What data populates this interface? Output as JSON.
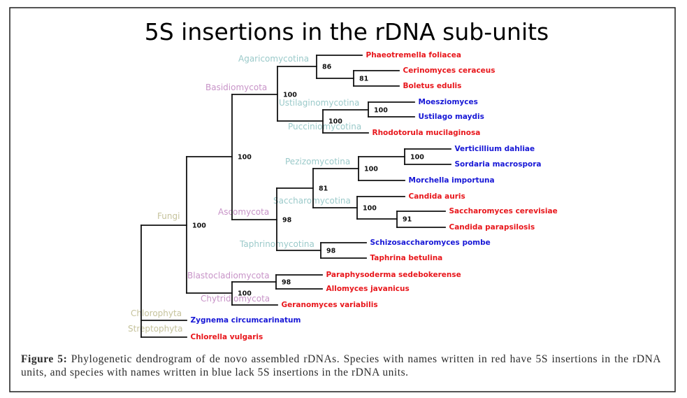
{
  "figure": {
    "title": "5S insertions in the rDNA sub-units",
    "caption_label": "Figure 5:",
    "caption_text": "Phylogenetic dendrogram of de novo assembled rDNAs. Species with names written in red have 5S insertions in the rDNA units, and species with names written in blue lack 5S insertions in the rDNA units."
  },
  "colors": {
    "with_5S_insertion": "#e8161b",
    "without_5S_insertion": "#1717d6",
    "rank_kingdom": "#c6c39c",
    "rank_phylum": "#c894c8",
    "rank_subphylum": "#9bcaca"
  },
  "tree": {
    "id": "root",
    "children": [
      {
        "id": "fungi",
        "bootstrap": "100",
        "children": [
          {
            "id": "dikarya",
            "bootstrap": "100",
            "children": [
              {
                "id": "basidiomycota",
                "bootstrap": "100",
                "children": [
                  {
                    "id": "agaricomycotina",
                    "bootstrap": "86",
                    "children": [
                      {
                        "id": "phaeotremella",
                        "name": "Phaeotremella foliacea",
                        "has_5S_insertion": true
                      },
                      {
                        "id": "agarico_81",
                        "bootstrap": "81",
                        "children": [
                          {
                            "id": "cerinomyces",
                            "name": "Cerinomyces ceraceus",
                            "has_5S_insertion": true
                          },
                          {
                            "id": "boletus",
                            "name": "Boletus edulis",
                            "has_5S_insertion": true
                          }
                        ]
                      }
                    ]
                  },
                  {
                    "id": "ustil_pucc",
                    "bootstrap": "100",
                    "children": [
                      {
                        "id": "ustilaginomycotina",
                        "bootstrap": "100",
                        "children": [
                          {
                            "id": "moesziomyces",
                            "name": "Moesziomyces",
                            "has_5S_insertion": false
                          },
                          {
                            "id": "ustilago",
                            "name": "Ustilago maydis",
                            "has_5S_insertion": false
                          }
                        ]
                      },
                      {
                        "id": "rhodotorula",
                        "name": "Rhodotorula mucilaginosa",
                        "has_5S_insertion": true
                      }
                    ]
                  }
                ]
              },
              {
                "id": "ascomycota",
                "bootstrap": "98",
                "children": [
                  {
                    "id": "pez_sac",
                    "bootstrap": "81",
                    "children": [
                      {
                        "id": "pezizomycotina",
                        "bootstrap": "100",
                        "children": [
                          {
                            "id": "sordariomycetes",
                            "bootstrap": "100",
                            "children": [
                              {
                                "id": "verticillium",
                                "name": "Verticillium dahliae",
                                "has_5S_insertion": false
                              },
                              {
                                "id": "sordaria",
                                "name": "Sordaria macrospora",
                                "has_5S_insertion": false
                              }
                            ]
                          },
                          {
                            "id": "morchella",
                            "name": "Morchella importuna",
                            "has_5S_insertion": false
                          }
                        ]
                      },
                      {
                        "id": "saccharomycotina",
                        "bootstrap": "100",
                        "children": [
                          {
                            "id": "candida_auris",
                            "name": "Candida auris",
                            "has_5S_insertion": true
                          },
                          {
                            "id": "sacch_91",
                            "bootstrap": "91",
                            "children": [
                              {
                                "id": "saccharomyces",
                                "name": "Saccharomyces cerevisiae",
                                "has_5S_insertion": true
                              },
                              {
                                "id": "candida_parapsilosis",
                                "name": "Candida parapsilosis",
                                "has_5S_insertion": true
                              }
                            ]
                          }
                        ]
                      }
                    ]
                  },
                  {
                    "id": "taphrinomycotina",
                    "bootstrap": "98",
                    "children": [
                      {
                        "id": "schizosaccharomyces",
                        "name": "Schizosaccharomyces pombe",
                        "has_5S_insertion": false
                      },
                      {
                        "id": "taphrina",
                        "name": "Taphrina betulina",
                        "has_5S_insertion": true
                      }
                    ]
                  }
                ]
              }
            ]
          },
          {
            "id": "chytrid_blasto",
            "bootstrap": "100",
            "children": [
              {
                "id": "blastocladiomycota",
                "bootstrap": "98",
                "children": [
                  {
                    "id": "paraphysoderma",
                    "name": "Paraphysoderma sedebokerense",
                    "has_5S_insertion": true
                  },
                  {
                    "id": "allomyces",
                    "name": "Allomyces javanicus",
                    "has_5S_insertion": true
                  }
                ]
              },
              {
                "id": "geranomyces",
                "name": "Geranomyces variabilis",
                "has_5S_insertion": true
              }
            ]
          }
        ]
      },
      {
        "id": "zygnema",
        "name": "Zygnema circumcarinatum",
        "has_5S_insertion": false
      },
      {
        "id": "chlorella",
        "name": "Chlorella vulgaris",
        "has_5S_insertion": true
      }
    ]
  },
  "clade_labels": [
    {
      "id": "agaricomycotina",
      "text": "Agaricomycotina",
      "rank": "subphylum"
    },
    {
      "id": "basidiomycota",
      "text": "Basidiomycota",
      "rank": "phylum"
    },
    {
      "id": "ustilaginomycotina",
      "text": "Ustilaginomycotina",
      "rank": "subphylum"
    },
    {
      "id": "pucciniomycotina",
      "text": "Pucciniomycotina",
      "rank": "subphylum"
    },
    {
      "id": "pezizomycotina",
      "text": "Pezizomycotina",
      "rank": "subphylum"
    },
    {
      "id": "saccharomycotina",
      "text": "Saccharomycotina",
      "rank": "subphylum"
    },
    {
      "id": "ascomycota",
      "text": "Ascomycota",
      "rank": "phylum"
    },
    {
      "id": "taphrinomycotina",
      "text": "Taphrinomycotina",
      "rank": "subphylum"
    },
    {
      "id": "fungi",
      "text": "Fungi",
      "rank": "kingdom"
    },
    {
      "id": "blastocladiomycota",
      "text": "Blastocladiomycota",
      "rank": "phylum"
    },
    {
      "id": "chytridiomycota",
      "text": "Chytridiomycota",
      "rank": "phylum"
    },
    {
      "id": "chlorophyta",
      "text": "Chlorophyta",
      "rank": "kingdom"
    },
    {
      "id": "streptophyta",
      "text": "Streptophyta",
      "rank": "kingdom"
    }
  ]
}
